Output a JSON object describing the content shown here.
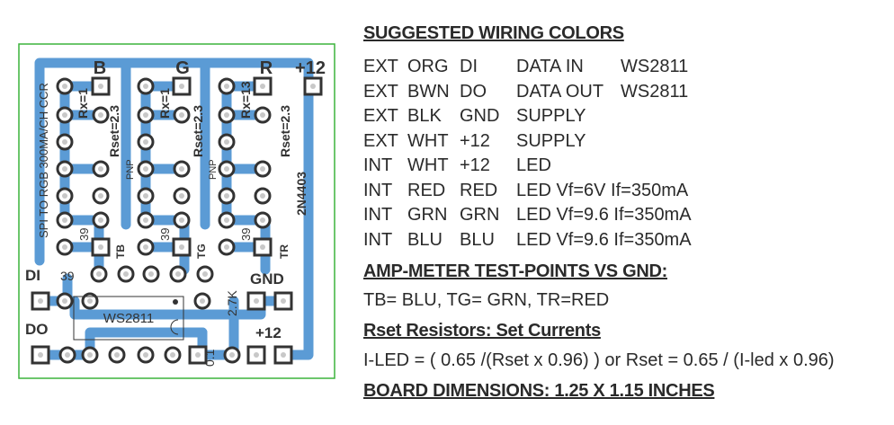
{
  "board": {
    "labels": {
      "b": "B",
      "g": "G",
      "r": "R",
      "p12_top": "+12",
      "rx1_b": "Rx=1",
      "rx1_g": "Rx=1",
      "rx13": "Rx=13",
      "rset_b": "Rset=2.3",
      "rset_g": "Rset=2.3",
      "rset_r": "Rset=2.3",
      "pnp1": "PNP",
      "pnp2": "PNP",
      "transistor": "2N4403",
      "r39_b": "39",
      "r39_g": "39",
      "r39_r": "39",
      "r39_di": "39",
      "tb": "TB",
      "tg": "TG",
      "tr": "TR",
      "side": "SPI TO RGB 300MA/CH CCR",
      "di": "DI",
      "do": "DO",
      "gnd": "GND",
      "p12_bot": "+12",
      "ic": "WS2811",
      "r27k": "2.7K",
      "c01": "0.1"
    },
    "colors": {
      "trace": "#5b9bd5",
      "outline": "#3cb43c",
      "pad": "#c8c8c8",
      "text": "#333333"
    }
  },
  "notes": {
    "wiring_title": "SUGGESTED WIRING COLORS",
    "wiring": [
      [
        "EXT",
        "ORG",
        "DI",
        "DATA  IN",
        "WS2811"
      ],
      [
        "EXT",
        "BWN",
        "DO",
        "DATA OUT",
        "WS2811"
      ],
      [
        "EXT",
        "BLK",
        "GND",
        "SUPPLY",
        ""
      ],
      [
        "EXT",
        "WHT",
        "+12",
        "SUPPLY",
        ""
      ],
      [
        "INT",
        "WHT",
        "+12",
        "LED",
        ""
      ],
      [
        "INT",
        "RED",
        "RED",
        "LED  Vf=6V  If=350mA",
        ""
      ],
      [
        "INT",
        "GRN",
        "GRN",
        "LED  Vf=9.6  If=350mA",
        ""
      ],
      [
        "INT",
        "BLU",
        "BLU",
        "LED  Vf=9.6  If=350mA",
        ""
      ]
    ],
    "amp_title": "AMP-METER TEST-POINTS VS GND:",
    "amp_text": "TB= BLU, TG= GRN, TR=RED",
    "rset_title": "Rset Resistors: Set Currents",
    "rset_formula": "I-LED = ( 0.65 /(Rset x 0.96) )  or  Rset = 0.65 / (I-led x 0.96)",
    "dims": "BOARD DIMENSIONS: 1.25 X 1.15 INCHES"
  }
}
